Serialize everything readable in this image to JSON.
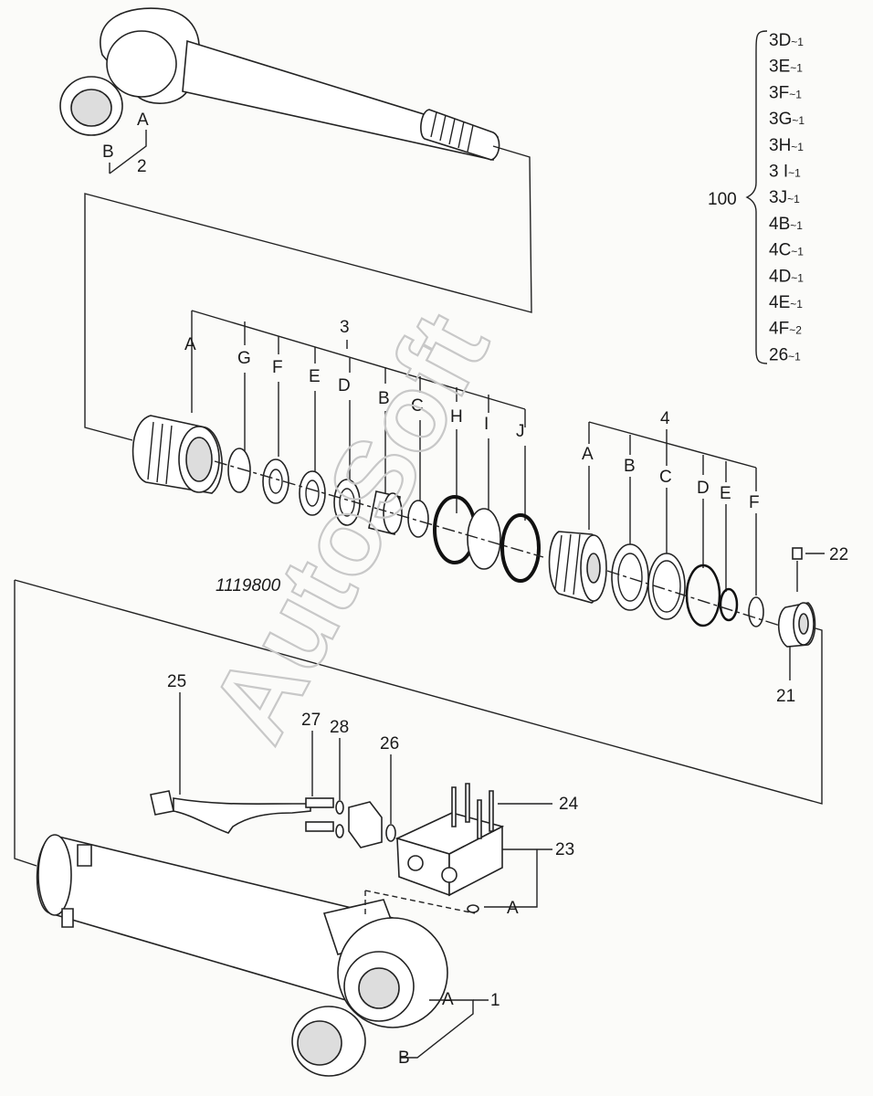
{
  "drawing_number": "1119800",
  "watermark": "AutoSoft",
  "kit": {
    "number": "100",
    "items": [
      {
        "main": "3D",
        "qty": "~1"
      },
      {
        "main": "3E",
        "qty": "~1"
      },
      {
        "main": "3F",
        "qty": "~1"
      },
      {
        "main": "3G",
        "qty": "~1"
      },
      {
        "main": "3H",
        "qty": "~1"
      },
      {
        "main": "3 I",
        "qty": "~1"
      },
      {
        "main": "3J",
        "qty": "~1"
      },
      {
        "main": "4B",
        "qty": "~1"
      },
      {
        "main": "4C",
        "qty": "~1"
      },
      {
        "main": "4D",
        "qty": "~1"
      },
      {
        "main": "4E",
        "qty": "~1"
      },
      {
        "main": "4F",
        "qty": "~2"
      },
      {
        "main": "26",
        "qty": "~1"
      }
    ]
  },
  "labels": {
    "rod_A": "A",
    "rod_B": "B",
    "rod_num": "2",
    "g3_num": "3",
    "g3_A": "A",
    "g3_G": "G",
    "g3_F": "F",
    "g3_E": "E",
    "g3_D": "D",
    "g3_B": "B",
    "g3_C": "C",
    "g3_H": "H",
    "g3_I": "I",
    "g3_J": "J",
    "g4_num": "4",
    "g4_A": "A",
    "g4_B": "B",
    "g4_C": "C",
    "g4_D": "D",
    "g4_E": "E",
    "g4_F": "F",
    "p22": "22",
    "p21": "21",
    "p25": "25",
    "p27": "27",
    "p28": "28",
    "p26": "26",
    "p24": "24",
    "p23": "23",
    "p23_A": "A",
    "tube_A": "A",
    "tube_B": "B",
    "tube_num": "1"
  }
}
